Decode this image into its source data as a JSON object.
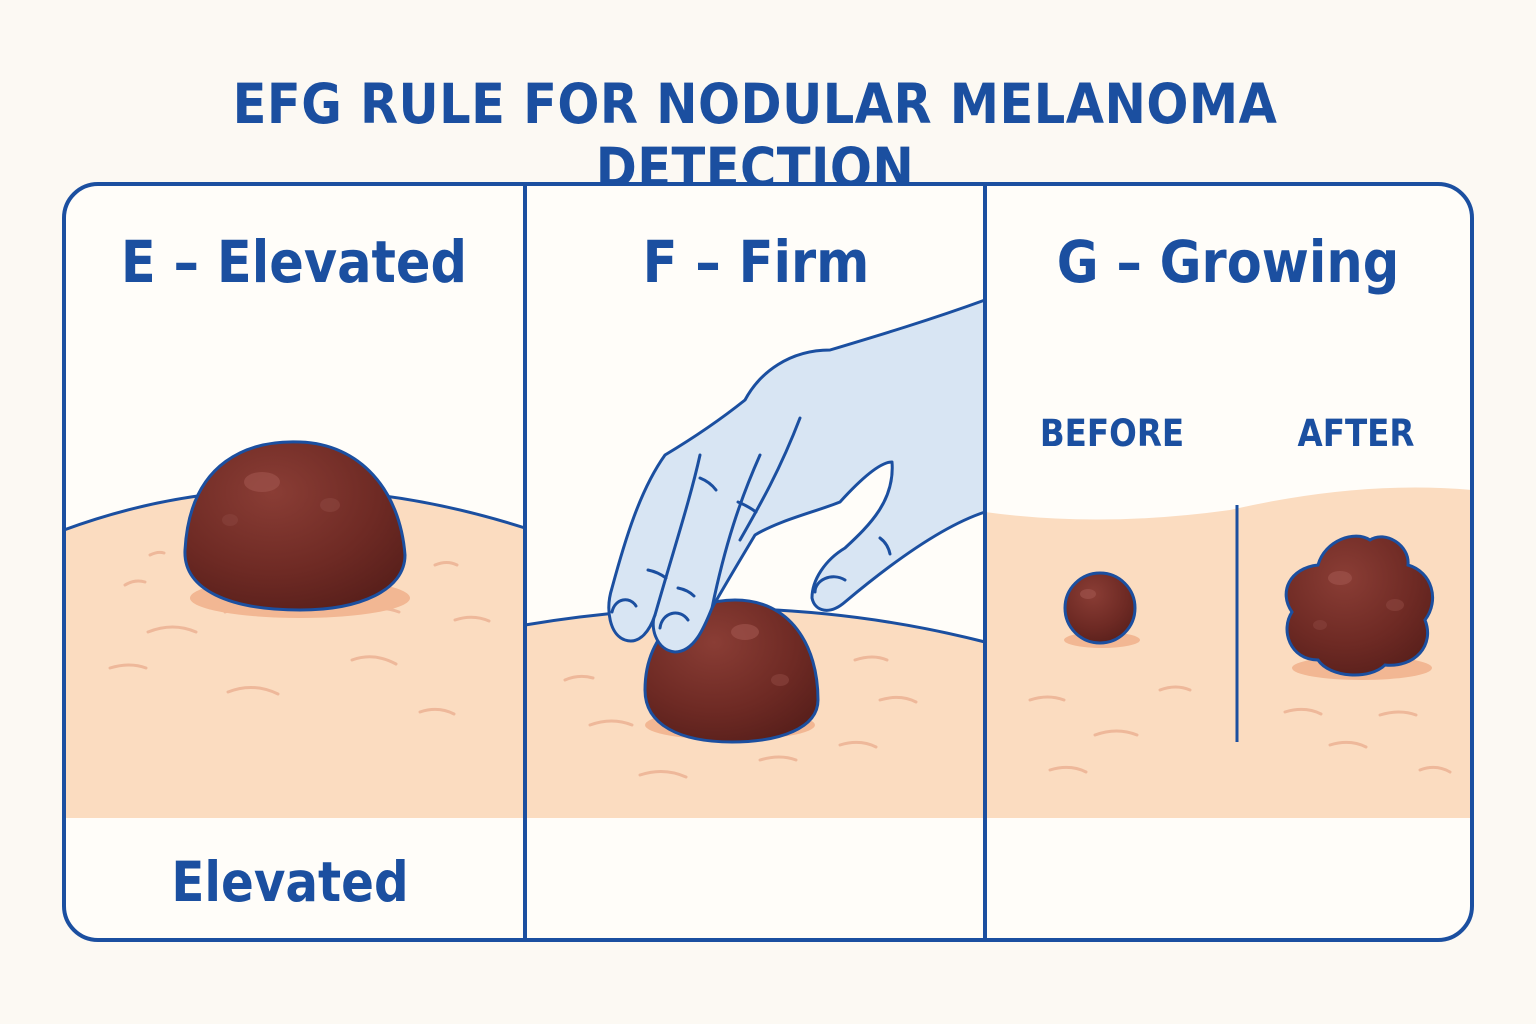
{
  "title": "EFG RULE FOR NODULAR MELANOMA DETECTION",
  "panels": [
    {
      "heading": "E – Elevated",
      "caption": "Elevated"
    },
    {
      "heading": "F – Firm"
    },
    {
      "heading": "G – Growing",
      "before_label": "BEFORE",
      "after_label": "AFTER"
    }
  ],
  "colors": {
    "outline": "#1b4fa0",
    "skin": "#fbdcc0",
    "mole": "#6e2a24",
    "glove": "#d8e5f3",
    "background": "#fcf9f3"
  }
}
